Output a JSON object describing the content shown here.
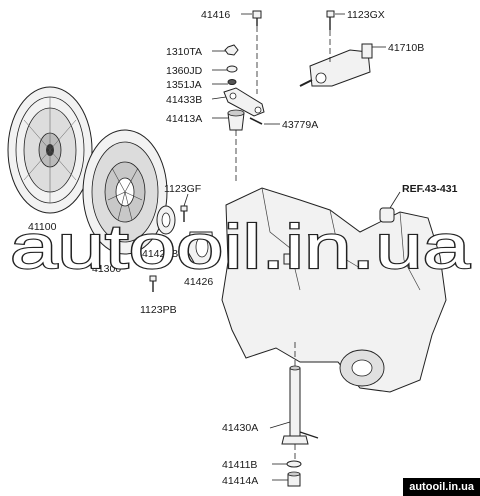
{
  "labels": {
    "p41416": "41416",
    "p1123GX": "1123GX",
    "p1310TA": "1310TA",
    "p41710B": "41710B",
    "p1360JD": "1360JD",
    "p1351JA": "1351JA",
    "p41433B": "41433B",
    "p41413A": "41413A",
    "p43779A": "43779A",
    "p41100": "41100",
    "p1123GF": "1123GF",
    "ref": "REF.43-431",
    "p41421B": "41421B",
    "p41300": "41300",
    "p41426": "41426",
    "p1123PB": "1123PB",
    "p41430A": "41430A",
    "p41411B": "41411B",
    "p41414A": "41414A"
  },
  "watermark": "autooil.in.ua",
  "footer": "autooil.in.ua"
}
